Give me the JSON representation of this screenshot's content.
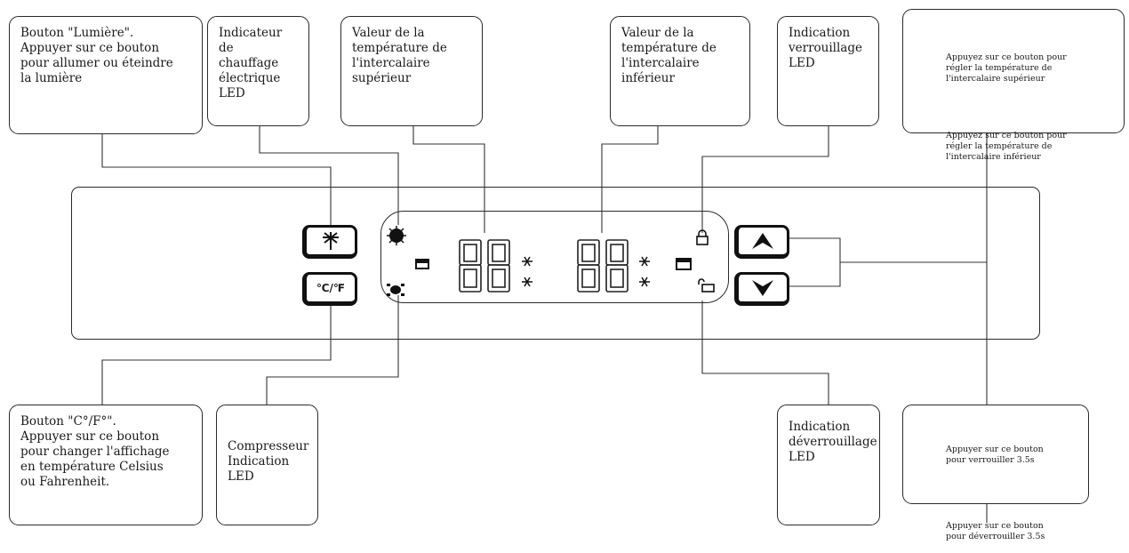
{
  "callouts": {
    "light_button": "Bouton \"Lumière\".\nAppuyer sur ce bouton\npour allumer ou éteindre\nla lumière",
    "heater_led": "Indicateur de\nchauffage\nélectrique\nLED",
    "upper_temp": "Valeur de la\ntempérature de\nl'intercalaire\nsupérieur",
    "lower_temp": "Valeur de la\ntempérature de\nl'intercalaire\ninférieur",
    "lock_led": "Indication\nverrouillage\nLED",
    "up_button_desc": "Appuyez sur ce bouton pour\nrégler la température de\nl'intercalaire supérieur",
    "down_button_desc": "Appuyez sur ce bouton pour\nrégler la température de\nl'intercalaire inférieur",
    "unit_button": "Bouton \"C°/F°\".\nAppuyer sur ce bouton\npour changer l'affichage\nen température Celsius\nou Fahrenheit.",
    "compressor_led": "Compresseur\nIndication\nLED",
    "unlock_led": "Indication\ndéverrouillage\nLED",
    "lock_press": "Appuyer sur ce bouton\npour verrouiller 3.5s",
    "unlock_press": "Appuyer sur ce bouton\npour déverrouiller 3.5s"
  },
  "panel": {
    "unit_button_label": "℃/℉"
  }
}
